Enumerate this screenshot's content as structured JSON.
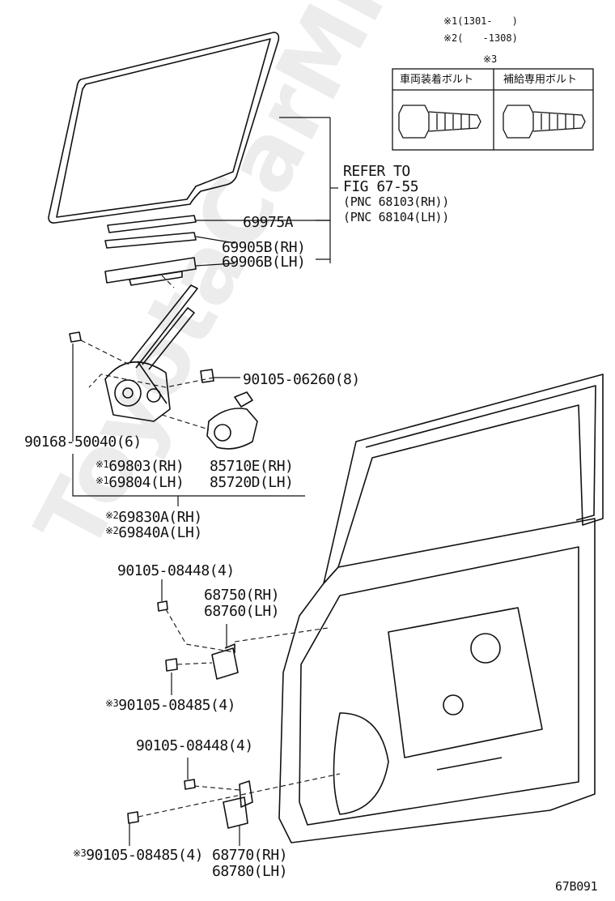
{
  "notes": {
    "note1": "※1(1301-　　)",
    "note2": "※2(　　-1308)",
    "note3_mark": "※3"
  },
  "bolt_table": {
    "col_vehicle": "車両装着ボルト",
    "col_supply": "補給専用ボルト"
  },
  "refer": {
    "line1": "REFER TO",
    "line2": "FIG 67-55",
    "pnc_rh": "(PNC 68103(RH))",
    "pnc_lh": "(PNC 68104(LH))"
  },
  "parts": {
    "p69975a": "69975A",
    "p69905b": "69905B(RH)",
    "p69906b": "69906B(LH)",
    "p90105_06260": "90105-06260(8)",
    "p90168_50040": "90168-50040(6)",
    "p69803": "69803(RH)",
    "p69804": "69804(LH)",
    "p85710e": "85710E(RH)",
    "p85720d": "85720D(LH)",
    "p69830a": "69830A(RH)",
    "p69840a": "69840A(LH)",
    "p90105_08448_a": "90105-08448(4)",
    "p68750": "68750(RH)",
    "p68760": "68760(LH)",
    "p90105_08485_a": "90105-08485(4)",
    "p90105_08448_b": "90105-08448(4)",
    "p90105_08485_b": "90105-08485(4)",
    "p68770": "68770(RH)",
    "p68780": "68780(LH)"
  },
  "marks": {
    "m1": "※1",
    "m2": "※2",
    "m3": "※3"
  },
  "watermark": "ToyotaCarMine.ru",
  "figure_code": "67B091"
}
